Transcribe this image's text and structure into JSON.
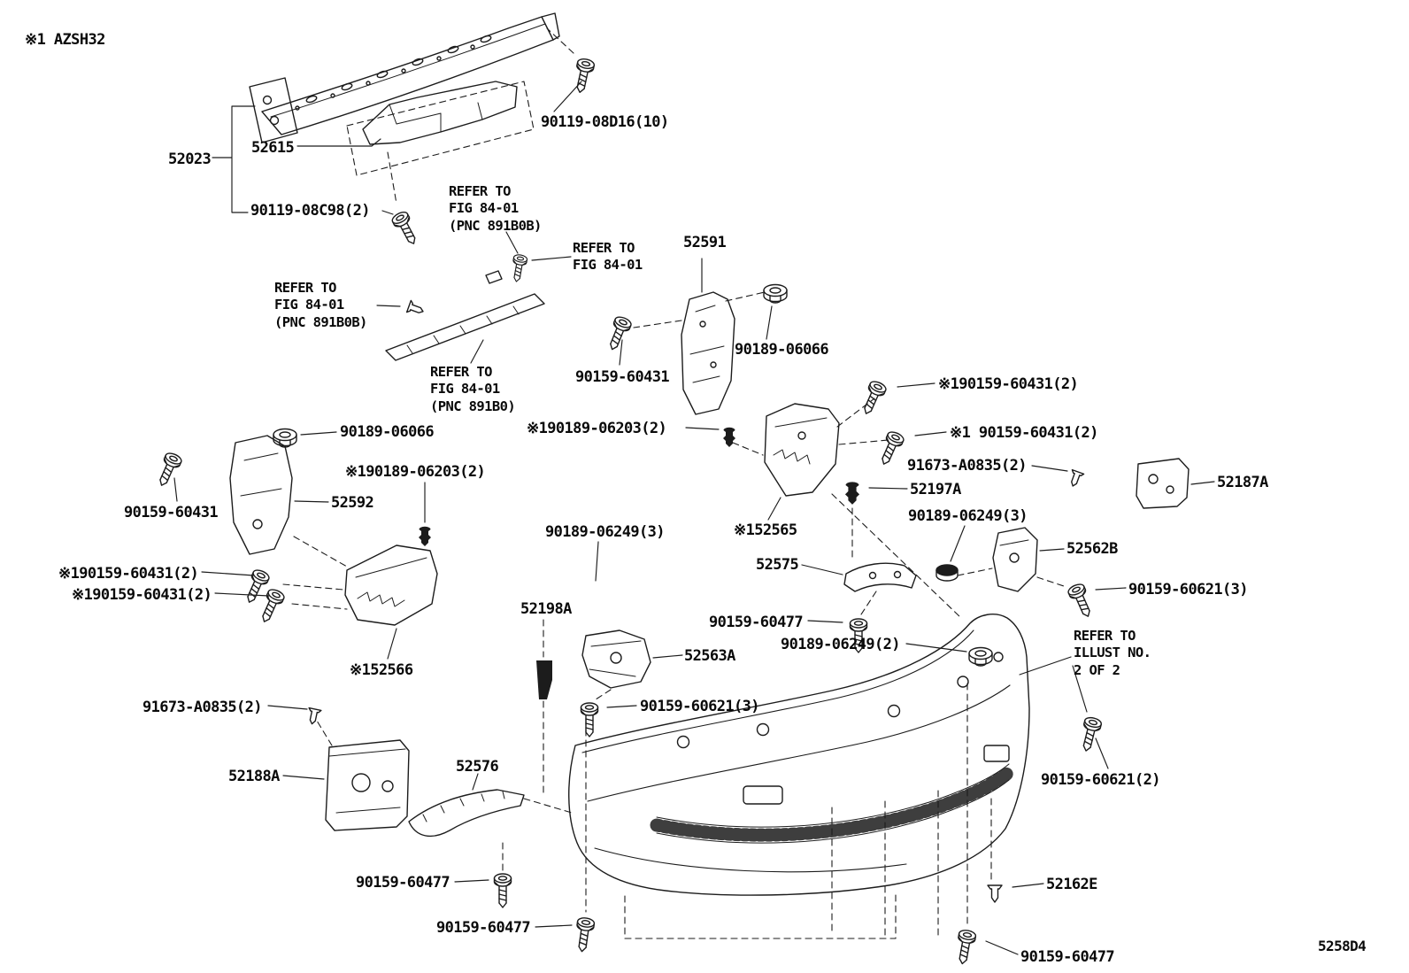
{
  "page": {
    "type": "parts-catalog-exploded-diagram",
    "subject": "rear bumper and mounting components",
    "line_color": "#1c1c1c",
    "background_color": "#ffffff"
  },
  "labels": [
    {
      "id": "variant-note",
      "text": "※1  AZSH32"
    },
    {
      "id": "52023",
      "text": "52023"
    },
    {
      "id": "52615",
      "text": "52615"
    },
    {
      "id": "90119-08d16",
      "text": "90119-08D16(10)"
    },
    {
      "id": "90119-08c98",
      "text": "90119-08C98(2)"
    },
    {
      "id": "refer-fig-8401-pnc-891b0b-a",
      "text": "REFER TO\nFIG 84-01\n(PNC 891B0B)"
    },
    {
      "id": "refer-fig-8401",
      "text": "REFER TO\nFIG 84-01"
    },
    {
      "id": "52591",
      "text": "52591"
    },
    {
      "id": "refer-fig-8401-pnc-891b0b-b",
      "text": "REFER TO\nFIG 84-01\n(PNC 891B0B)"
    },
    {
      "id": "90189-06066-right",
      "text": "90189-06066"
    },
    {
      "id": "90159-60431-center",
      "text": "90159-60431"
    },
    {
      "id": "refer-fig-8401-pnc-891b0",
      "text": "REFER TO\nFIG 84-01\n(PNC 891B0)"
    },
    {
      "id": "90159-60431-r1",
      "text": "※190159-60431(2)"
    },
    {
      "id": "90159-60431-r2",
      "text": "※1 90159-60431(2)"
    },
    {
      "id": "90189-06066-left",
      "text": "90189-06066"
    },
    {
      "id": "90189-06203-right",
      "text": "※190189-06203(2)"
    },
    {
      "id": "91673-a0835-right",
      "text": "91673-A0835(2)"
    },
    {
      "id": "52187a",
      "text": "52187A"
    },
    {
      "id": "52197a",
      "text": "52197A"
    },
    {
      "id": "90159-60431-left",
      "text": "90159-60431"
    },
    {
      "id": "90189-06203-left",
      "text": "※190189-06203(2)"
    },
    {
      "id": "52592",
      "text": "52592"
    },
    {
      "id": "90189-06249-right",
      "text": "90189-06249(3)"
    },
    {
      "id": "52565",
      "text": "※152565"
    },
    {
      "id": "52562b",
      "text": "52562B"
    },
    {
      "id": "90189-06249-center",
      "text": "90189-06249(3)"
    },
    {
      "id": "52575",
      "text": "52575"
    },
    {
      "id": "90159-60621-right",
      "text": "90159-60621(3)"
    },
    {
      "id": "90159-60431-l1",
      "text": "※190159-60431(2)"
    },
    {
      "id": "90159-60431-l2",
      "text": "※190159-60431(2)"
    },
    {
      "id": "90159-60477-centerright",
      "text": "90159-60477"
    },
    {
      "id": "90189-06249-2",
      "text": "90189-06249(2)"
    },
    {
      "id": "refer-illust",
      "text": "REFER TO\nILLUST NO.\n2 OF 2"
    },
    {
      "id": "52198a",
      "text": "52198A"
    },
    {
      "id": "52563a",
      "text": "52563A"
    },
    {
      "id": "52566",
      "text": "※152566"
    },
    {
      "id": "90159-60621-center",
      "text": "90159-60621(3)"
    },
    {
      "id": "91673-a0835-left",
      "text": "91673-A0835(2)"
    },
    {
      "id": "52188a",
      "text": "52188A"
    },
    {
      "id": "52576",
      "text": "52576"
    },
    {
      "id": "90159-60621-2",
      "text": "90159-60621(2)"
    },
    {
      "id": "90159-60477-bottomleft",
      "text": "90159-60477"
    },
    {
      "id": "52162e",
      "text": "52162E"
    },
    {
      "id": "90159-60477-bottomcenter",
      "text": "90159-60477"
    },
    {
      "id": "90159-60477-bottomright",
      "text": "90159-60477"
    },
    {
      "id": "diagram-code",
      "text": "5258D4"
    }
  ]
}
